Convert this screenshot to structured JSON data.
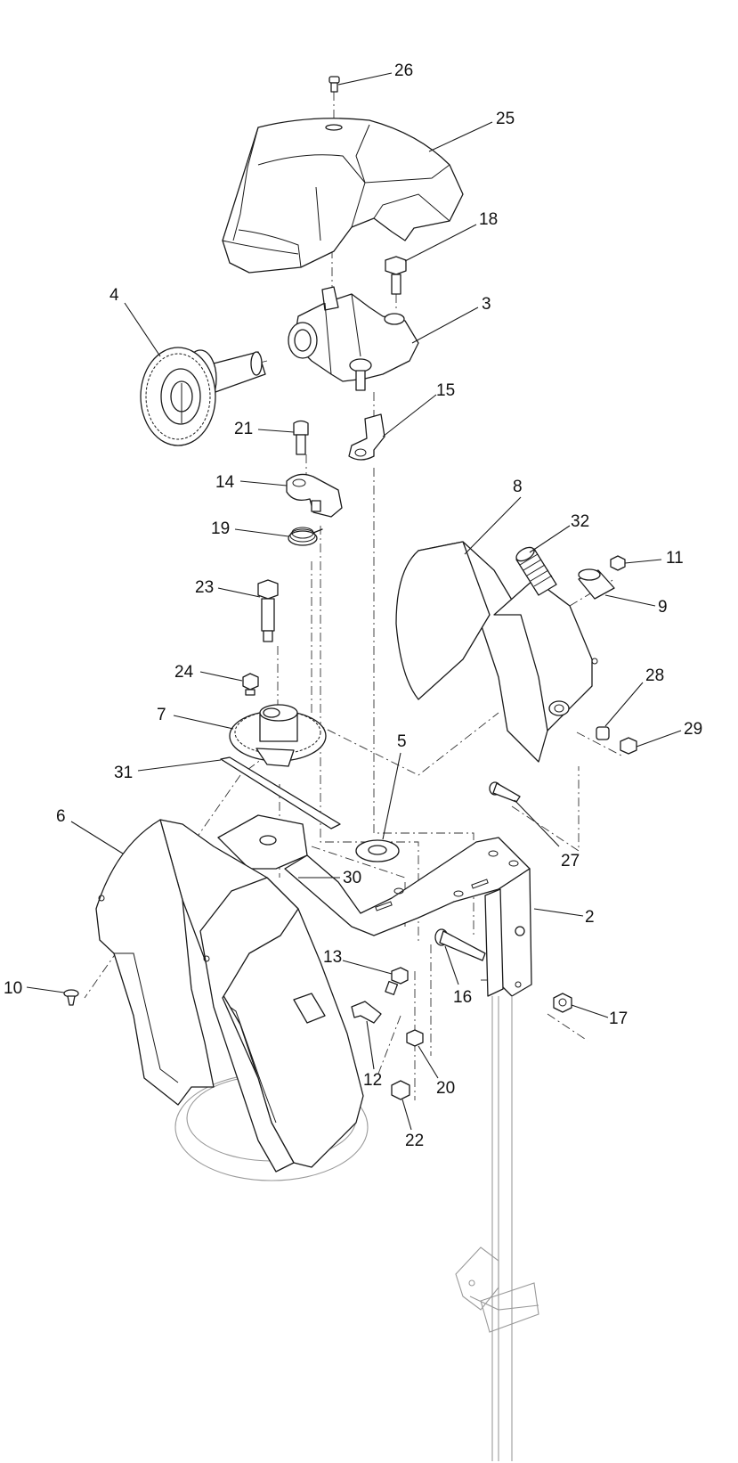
{
  "callouts": [
    {
      "id": "26",
      "text": "26"
    },
    {
      "id": "25",
      "text": "25"
    },
    {
      "id": "18",
      "text": "18"
    },
    {
      "id": "3",
      "text": "3"
    },
    {
      "id": "4",
      "text": "4"
    },
    {
      "id": "15",
      "text": "15"
    },
    {
      "id": "21",
      "text": "21"
    },
    {
      "id": "14",
      "text": "14"
    },
    {
      "id": "8",
      "text": "8"
    },
    {
      "id": "32",
      "text": "32"
    },
    {
      "id": "11",
      "text": "11"
    },
    {
      "id": "19",
      "text": "19"
    },
    {
      "id": "9",
      "text": "9"
    },
    {
      "id": "23",
      "text": "23"
    },
    {
      "id": "28",
      "text": "28"
    },
    {
      "id": "24",
      "text": "24"
    },
    {
      "id": "29",
      "text": "29"
    },
    {
      "id": "7",
      "text": "7"
    },
    {
      "id": "5",
      "text": "5"
    },
    {
      "id": "31",
      "text": "31"
    },
    {
      "id": "27",
      "text": "27"
    },
    {
      "id": "6",
      "text": "6"
    },
    {
      "id": "30",
      "text": "30"
    },
    {
      "id": "2",
      "text": "2"
    },
    {
      "id": "13",
      "text": "13"
    },
    {
      "id": "16",
      "text": "16"
    },
    {
      "id": "10",
      "text": "10"
    },
    {
      "id": "17",
      "text": "17"
    },
    {
      "id": "12",
      "text": "12"
    },
    {
      "id": "20",
      "text": "20"
    },
    {
      "id": "22",
      "text": "22"
    }
  ]
}
